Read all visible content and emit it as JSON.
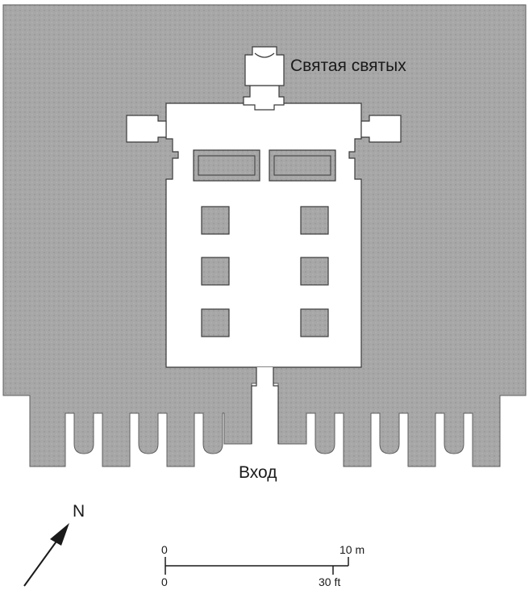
{
  "labels": {
    "sanctuary": "Святая святых",
    "entrance": "Вход",
    "north": "N"
  },
  "scale_bar": {
    "metric_start": "0",
    "metric_end": "10 m",
    "imperial_start": "0",
    "imperial_end": "30 ft"
  },
  "colors": {
    "rock": "#a7a7a7",
    "floor": "#ffffff",
    "ink": "#1a1a1a"
  }
}
